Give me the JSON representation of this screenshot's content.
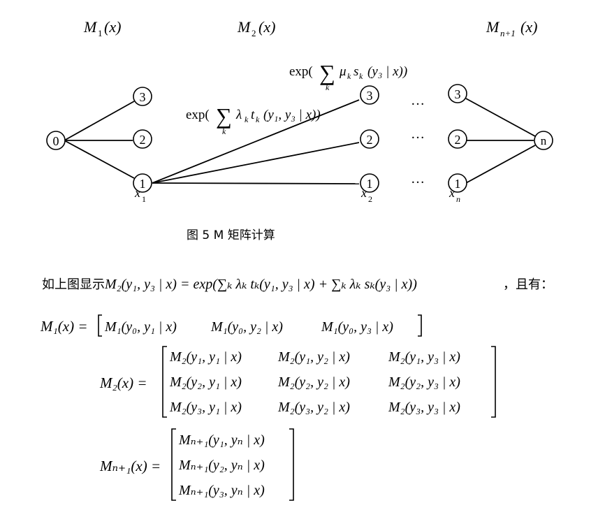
{
  "figure": {
    "stage_labels": [
      {
        "sym": "M",
        "sub": "1",
        "arg": "(x)"
      },
      {
        "sym": "M",
        "sub": "2",
        "arg": "(x)"
      },
      {
        "sym": "M",
        "sub": "n+1",
        "arg": "(x)"
      }
    ],
    "start_node": "0",
    "end_node": "n",
    "column_nodes": [
      "3",
      "2",
      "1"
    ],
    "ellipsis": "…",
    "position_labels": [
      {
        "sym": "x",
        "sub": "1"
      },
      {
        "sym": "x",
        "sub": "2"
      },
      {
        "sym": "x",
        "sub": "n"
      }
    ],
    "edge_label_mu": {
      "prefix": "exp(",
      "sum_index": "k",
      "coef": "μ",
      "coef_sub": "k",
      "func": "s",
      "func_sub": "k",
      "args": "(y₃ | x))"
    },
    "edge_label_lambda": {
      "prefix": "exp(",
      "sum_index": "k",
      "coef": "λ",
      "coef_sub": "k",
      "func": "t",
      "func_sub": "k",
      "args": "(y₁, y₃ | x))"
    }
  },
  "caption": "图 5 M 矩阵计算",
  "body": {
    "intro_text": "如上图显示",
    "equation": "M₂(y₁, y₃ | x) = exp(∑ₖ λₖ tₖ(y₁, y₃ | x) + ∑ₖ λₖ sₖ(y₃ | x))",
    "trailing_text": "，且有："
  },
  "matrices": {
    "m1": {
      "lhs": "M₁(x) =",
      "entries": [
        "M₁(y₀, y₁ | x)",
        "M₁(y₀, y₂ | x)",
        "M₁(y₀, y₃ | x)"
      ]
    },
    "m2": {
      "lhs": "M₂(x) =",
      "rows": [
        [
          "M₂(y₁, y₁ | x)",
          "M₂(y₁, y₂ | x)",
          "M₂(y₁, y₃ | x)"
        ],
        [
          "M₂(y₂, y₁ | x)",
          "M₂(y₂, y₂ | x)",
          "M₂(y₂, y₃ | x)"
        ],
        [
          "M₂(y₃, y₁ | x)",
          "M₂(y₃, y₂ | x)",
          "M₂(y₃, y₃ | x)"
        ]
      ]
    },
    "mn1": {
      "lhs": "Mₙ₊₁(x) =",
      "entries": [
        "Mₙ₊₁(y₁, yₙ | x)",
        "Mₙ₊₁(y₂, yₙ | x)",
        "Mₙ₊₁(y₃, yₙ | x)"
      ]
    }
  }
}
